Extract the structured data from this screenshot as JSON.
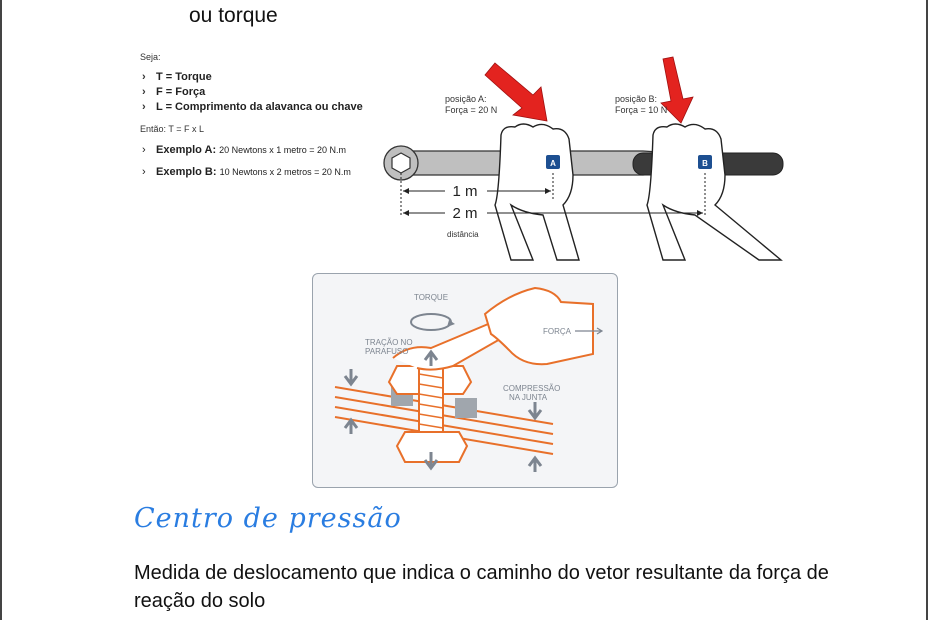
{
  "top_text": "ou torque",
  "formula_block": {
    "intro": "Seja:",
    "definitions": [
      "T = Torque",
      "F = Força",
      "L = Comprimento da alavanca ou chave"
    ],
    "then": "Então: T = F x L",
    "example_a": {
      "label": "Exemplo A:",
      "text": "20 Newtons x 1 metro = 20 N.m"
    },
    "example_b": {
      "label": "Exemplo B:",
      "text": "10 Newtons x 2 metros = 20 N.m"
    }
  },
  "wrench_figure": {
    "pos_a_title": "posição A:",
    "pos_a_force": "Força = 20 N",
    "pos_b_title": "posição B:",
    "pos_b_force": "Força = 10 N",
    "marker_a": "A",
    "marker_b": "B",
    "dist_1": "1 m",
    "dist_2": "2 m",
    "dist_label": "distância",
    "arrow_color": "#e3231f",
    "marker_color": "#1d4f91"
  },
  "bolt_figure": {
    "torque": "TORQUE",
    "force": "FORÇA",
    "tension_1": "TRAÇÃO NO",
    "tension_2": "PARAFUSO",
    "compression_1": "COMPRESSÃO",
    "compression_2": "NA JUNTA",
    "line_color": "#e8702a",
    "arrow_color": "#7d8590"
  },
  "section_title": "Centro de pressão",
  "body_text": "Medida de deslocamento que indica o caminho do vetor resultante da força de reação do solo",
  "colors": {
    "title_blue": "#2a7de1"
  }
}
